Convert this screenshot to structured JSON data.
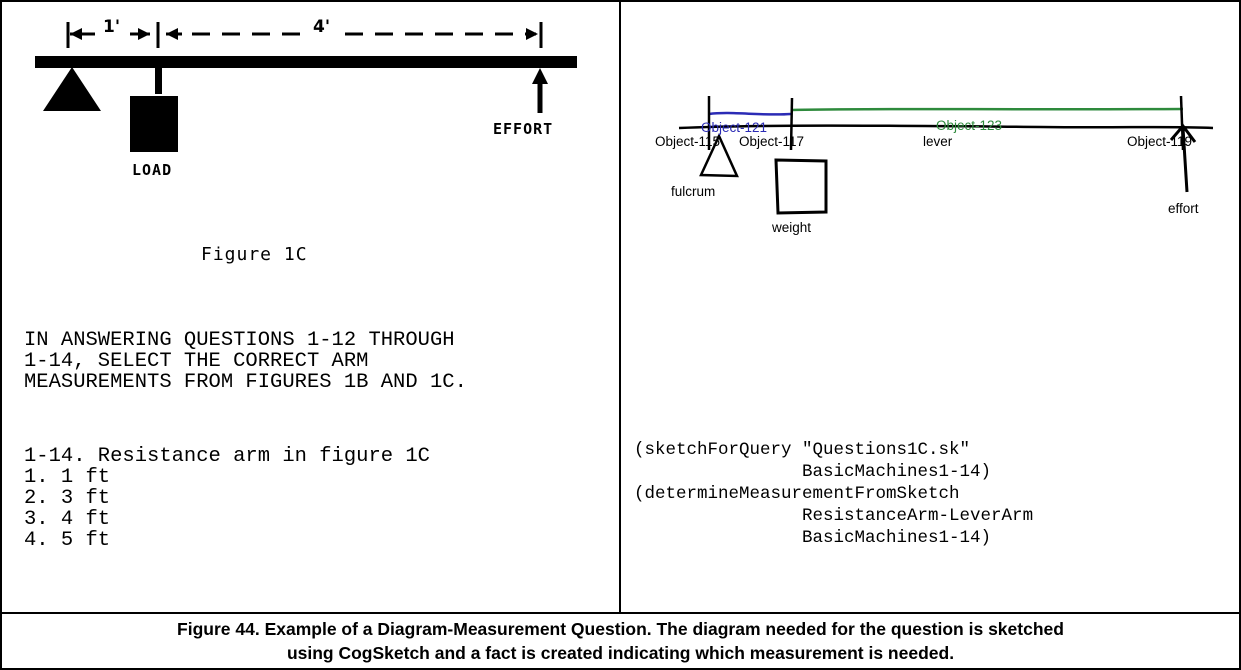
{
  "figure_1c": {
    "dimension_left": "1'",
    "dimension_right": "4'",
    "label_load": "LOAD",
    "label_effort": "EFFORT",
    "title": "Figure 1C"
  },
  "instructions": [
    "IN ANSWERING QUESTIONS 1-12 THROUGH",
    "1-14, SELECT THE CORRECT ARM",
    "MEASUREMENTS FROM FIGURES 1B AND 1C."
  ],
  "question": {
    "stem": "1-14. Resistance arm in figure 1C",
    "options": [
      "1. 1 ft",
      "2. 3 ft",
      "3. 4 ft",
      "4. 5 ft"
    ]
  },
  "sketch": {
    "object_121": "Object-121",
    "object_123": "Object-123",
    "object_115": "Object-115",
    "object_117": "Object-117",
    "object_119": "Object-119",
    "label_lever": "lever",
    "label_fulcrum": "fulcrum",
    "label_weight": "weight",
    "label_effort": "effort",
    "colors": {
      "blue": "#2b2bb5",
      "green": "#2e8a3c",
      "ink": "#000000"
    }
  },
  "query_code": [
    "(sketchForQuery \"Questions1C.sk\"",
    "                BasicMachines1-14)",
    "(determineMeasurementFromSketch",
    "                ResistanceArm-LeverArm",
    "                BasicMachines1-14)"
  ],
  "caption": {
    "line1": "Figure 44. Example of a Diagram-Measurement Question.  The diagram needed for the question is sketched",
    "line2": "using CogSketch and a fact is created indicating which measurement is needed."
  }
}
